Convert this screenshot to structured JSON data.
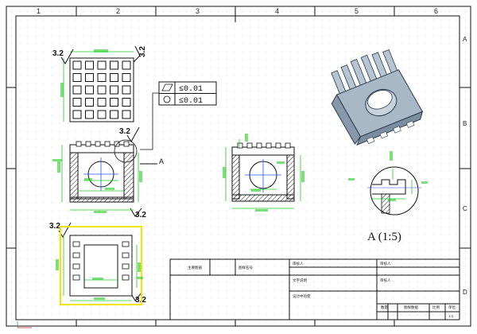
{
  "drawing": {
    "columns": [
      "1",
      "2",
      "3",
      "4",
      "5",
      "6"
    ],
    "rows": [
      "A",
      "B",
      "C",
      "D"
    ],
    "roughness_labels": [
      "3.2",
      "3.2",
      "3.2",
      "3.2",
      "3.2",
      "3.2"
    ],
    "tolerance_rows": [
      {
        "symbol": "flatness",
        "value": "≤0.01"
      },
      {
        "symbol": "circle",
        "value": "≤0.01"
      }
    ],
    "section_label": "A",
    "detail_title": "A  (1:5)",
    "title_block": {
      "labels": [
        "主要图册",
        "图样名号",
        "审核人",
        "审核人",
        "文字说明",
        "审核人",
        "设计中的使",
        "数量",
        "图样数据",
        "比例",
        "单位"
      ],
      "scale_value": "1:1"
    }
  },
  "colors": {
    "frame": "#111111",
    "grid_dot": "#cfcfcf",
    "dimension": "#22cc22",
    "centerline": "#2255ff",
    "highlight": "#f2e600",
    "part_fill": "#a9b8c7",
    "part_edge": "#2a3a4a"
  }
}
